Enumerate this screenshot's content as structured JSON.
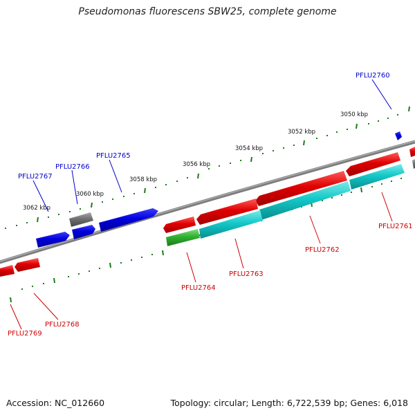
{
  "title": "Pseudomonas fluorescens SBW25, complete genome",
  "footer": {
    "accession": "Accession: NC_012660",
    "summary": "Topology: circular; Length: 6,722,539 bp; Genes: 6,018"
  },
  "colors": {
    "red": "#e00000",
    "blue": "#0000dd",
    "cyan": "#14c8c8",
    "green": "#30b030",
    "gray": "#707070",
    "tick": "#1a7a1a",
    "backbone": "#808080",
    "label_red": "#cc0000",
    "label_blue": "#0000cc"
  },
  "kbp_labels": [
    "3050 kbp",
    "3052 kbp",
    "3054 kbp",
    "3056 kbp",
    "3058 kbp",
    "3060 kbp",
    "3062 kbp"
  ],
  "gene_labels": [
    "PFLU2760",
    "PFLU2765",
    "PFLU2766",
    "PFLU2767",
    "PFLU2761",
    "PFLU2762",
    "PFLU2763",
    "PFLU2764",
    "PFLU2768",
    "PFLU2769"
  ]
}
